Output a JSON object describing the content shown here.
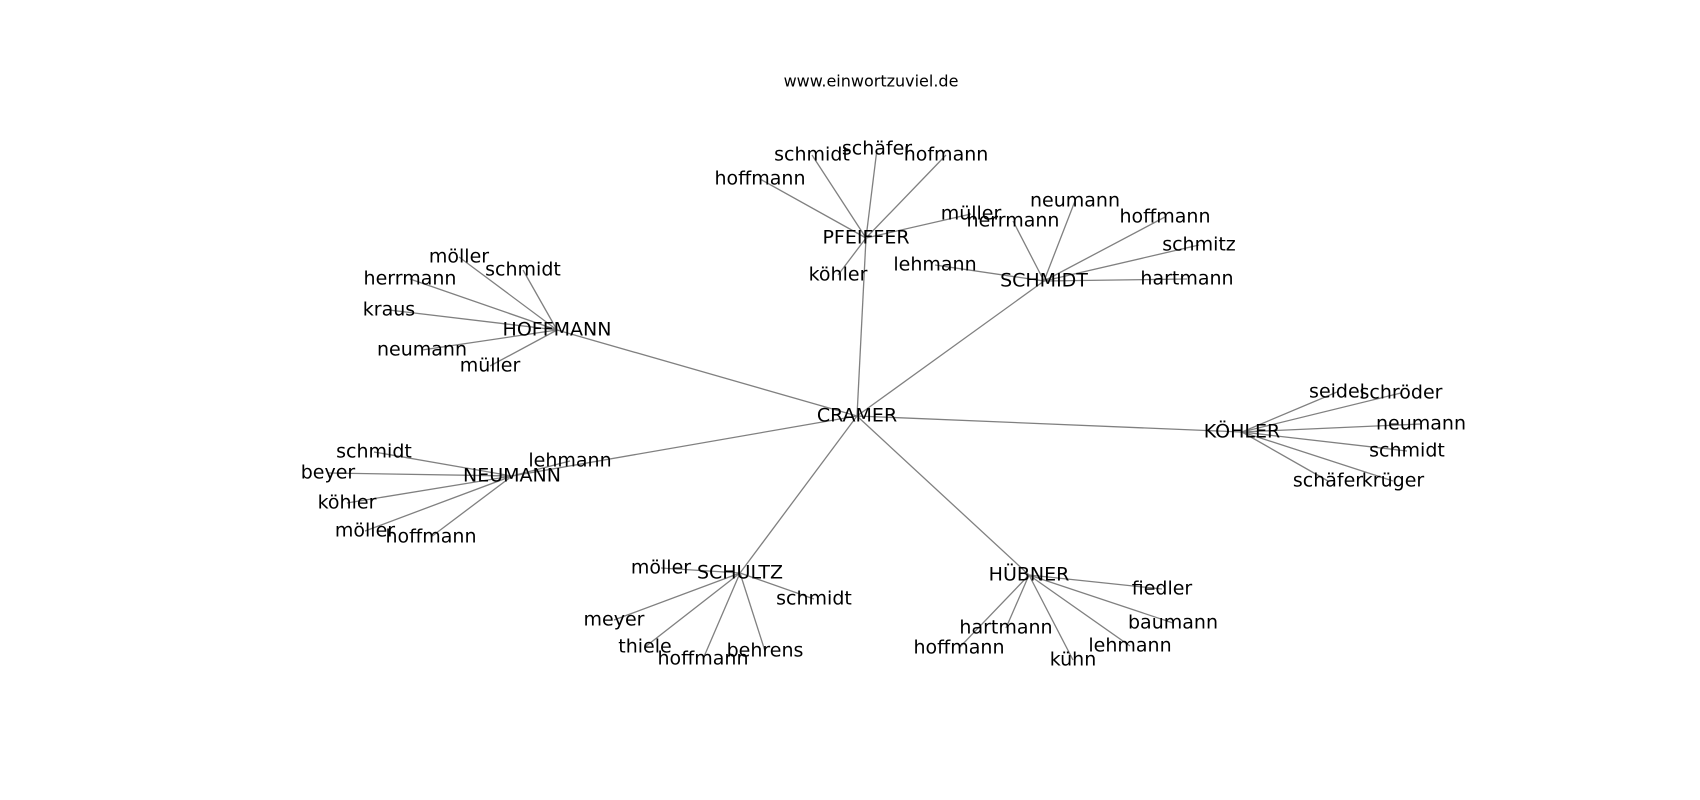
{
  "title": "www.einwortzuviel.de",
  "colors": {
    "edge": "#808080",
    "text": "#000000",
    "background": "#ffffff"
  },
  "graph": {
    "nodes": [
      {
        "id": "cramer",
        "label": "CRAMER"
      },
      {
        "id": "pfeiffer",
        "label": "PFEIFFER"
      },
      {
        "id": "schmidt_hub",
        "label": "SCHMIDT"
      },
      {
        "id": "hoffmann_hub",
        "label": "HOFFMANN"
      },
      {
        "id": "neumann_hub",
        "label": "NEUMANN"
      },
      {
        "id": "schultz",
        "label": "SCHULTZ"
      },
      {
        "id": "huebner",
        "label": "HÜBNER"
      },
      {
        "id": "koehler_hub",
        "label": "KÖHLER"
      },
      {
        "id": "pf_schmidt",
        "label": "schmidt"
      },
      {
        "id": "pf_schaefer",
        "label": "schäfer"
      },
      {
        "id": "pf_hofmann",
        "label": "hofmann"
      },
      {
        "id": "pf_hoffmann",
        "label": "hoffmann"
      },
      {
        "id": "pf_koehler",
        "label": "köhler"
      },
      {
        "id": "sc_mueller",
        "label": "müller"
      },
      {
        "id": "sc_herrmann",
        "label": "herrmann"
      },
      {
        "id": "sc_neumann",
        "label": "neumann"
      },
      {
        "id": "sc_hoffmann",
        "label": "hoffmann"
      },
      {
        "id": "sc_schmitz",
        "label": "schmitz"
      },
      {
        "id": "sc_lehmann",
        "label": "lehmann"
      },
      {
        "id": "sc_hartmann",
        "label": "hartmann"
      },
      {
        "id": "ho_moeller",
        "label": "möller"
      },
      {
        "id": "ho_schmidt",
        "label": "schmidt"
      },
      {
        "id": "ho_herrmann",
        "label": "herrmann"
      },
      {
        "id": "ho_kraus",
        "label": "kraus"
      },
      {
        "id": "ho_neumann",
        "label": "neumann"
      },
      {
        "id": "ho_mueller",
        "label": "müller"
      },
      {
        "id": "ne_schmidt",
        "label": "schmidt"
      },
      {
        "id": "ne_beyer",
        "label": "beyer"
      },
      {
        "id": "ne_lehmann",
        "label": "lehmann"
      },
      {
        "id": "ne_koehler",
        "label": "köhler"
      },
      {
        "id": "ne_moeller",
        "label": "möller"
      },
      {
        "id": "ne_hoffmann",
        "label": "hoffmann"
      },
      {
        "id": "su_moeller",
        "label": "möller"
      },
      {
        "id": "su_schmidt",
        "label": "schmidt"
      },
      {
        "id": "su_meyer",
        "label": "meyer"
      },
      {
        "id": "su_thiele",
        "label": "thiele"
      },
      {
        "id": "su_hoffmann",
        "label": "hoffmann"
      },
      {
        "id": "su_behrens",
        "label": "behrens"
      },
      {
        "id": "hu_fiedler",
        "label": "fiedler"
      },
      {
        "id": "hu_baumann",
        "label": "baumann"
      },
      {
        "id": "hu_hartmann",
        "label": "hartmann"
      },
      {
        "id": "hu_hoffmann",
        "label": "hoffmann"
      },
      {
        "id": "hu_lehmann",
        "label": "lehmann"
      },
      {
        "id": "hu_kuehn",
        "label": "kühn"
      },
      {
        "id": "ko_seidel",
        "label": "seidel"
      },
      {
        "id": "ko_schroeder",
        "label": "schröder"
      },
      {
        "id": "ko_neumann",
        "label": "neumann"
      },
      {
        "id": "ko_schmidt",
        "label": "schmidt"
      },
      {
        "id": "ko_schaefer",
        "label": "schäfer"
      },
      {
        "id": "ko_krueger",
        "label": "krüger"
      }
    ],
    "edges": [
      [
        "cramer",
        "pfeiffer"
      ],
      [
        "cramer",
        "schmidt_hub"
      ],
      [
        "cramer",
        "hoffmann_hub"
      ],
      [
        "cramer",
        "neumann_hub"
      ],
      [
        "cramer",
        "schultz"
      ],
      [
        "cramer",
        "huebner"
      ],
      [
        "cramer",
        "koehler_hub"
      ],
      [
        "pfeiffer",
        "pf_schmidt"
      ],
      [
        "pfeiffer",
        "pf_schaefer"
      ],
      [
        "pfeiffer",
        "pf_hofmann"
      ],
      [
        "pfeiffer",
        "pf_hoffmann"
      ],
      [
        "pfeiffer",
        "pf_koehler"
      ],
      [
        "pfeiffer",
        "sc_mueller"
      ],
      [
        "schmidt_hub",
        "sc_herrmann"
      ],
      [
        "schmidt_hub",
        "sc_neumann"
      ],
      [
        "schmidt_hub",
        "sc_hoffmann"
      ],
      [
        "schmidt_hub",
        "sc_schmitz"
      ],
      [
        "schmidt_hub",
        "sc_lehmann"
      ],
      [
        "schmidt_hub",
        "sc_hartmann"
      ],
      [
        "hoffmann_hub",
        "ho_moeller"
      ],
      [
        "hoffmann_hub",
        "ho_schmidt"
      ],
      [
        "hoffmann_hub",
        "ho_herrmann"
      ],
      [
        "hoffmann_hub",
        "ho_kraus"
      ],
      [
        "hoffmann_hub",
        "ho_neumann"
      ],
      [
        "hoffmann_hub",
        "ho_mueller"
      ],
      [
        "neumann_hub",
        "ne_schmidt"
      ],
      [
        "neumann_hub",
        "ne_beyer"
      ],
      [
        "neumann_hub",
        "ne_lehmann"
      ],
      [
        "neumann_hub",
        "ne_koehler"
      ],
      [
        "neumann_hub",
        "ne_moeller"
      ],
      [
        "neumann_hub",
        "ne_hoffmann"
      ],
      [
        "schultz",
        "su_moeller"
      ],
      [
        "schultz",
        "su_schmidt"
      ],
      [
        "schultz",
        "su_meyer"
      ],
      [
        "schultz",
        "su_thiele"
      ],
      [
        "schultz",
        "su_hoffmann"
      ],
      [
        "schultz",
        "su_behrens"
      ],
      [
        "huebner",
        "hu_fiedler"
      ],
      [
        "huebner",
        "hu_baumann"
      ],
      [
        "huebner",
        "hu_hartmann"
      ],
      [
        "huebner",
        "hu_hoffmann"
      ],
      [
        "huebner",
        "hu_lehmann"
      ],
      [
        "huebner",
        "hu_kuehn"
      ],
      [
        "koehler_hub",
        "ko_seidel"
      ],
      [
        "koehler_hub",
        "ko_schroeder"
      ],
      [
        "koehler_hub",
        "ko_neumann"
      ],
      [
        "koehler_hub",
        "ko_schmidt"
      ],
      [
        "koehler_hub",
        "ko_schaefer"
      ],
      [
        "koehler_hub",
        "ko_krueger"
      ]
    ]
  }
}
